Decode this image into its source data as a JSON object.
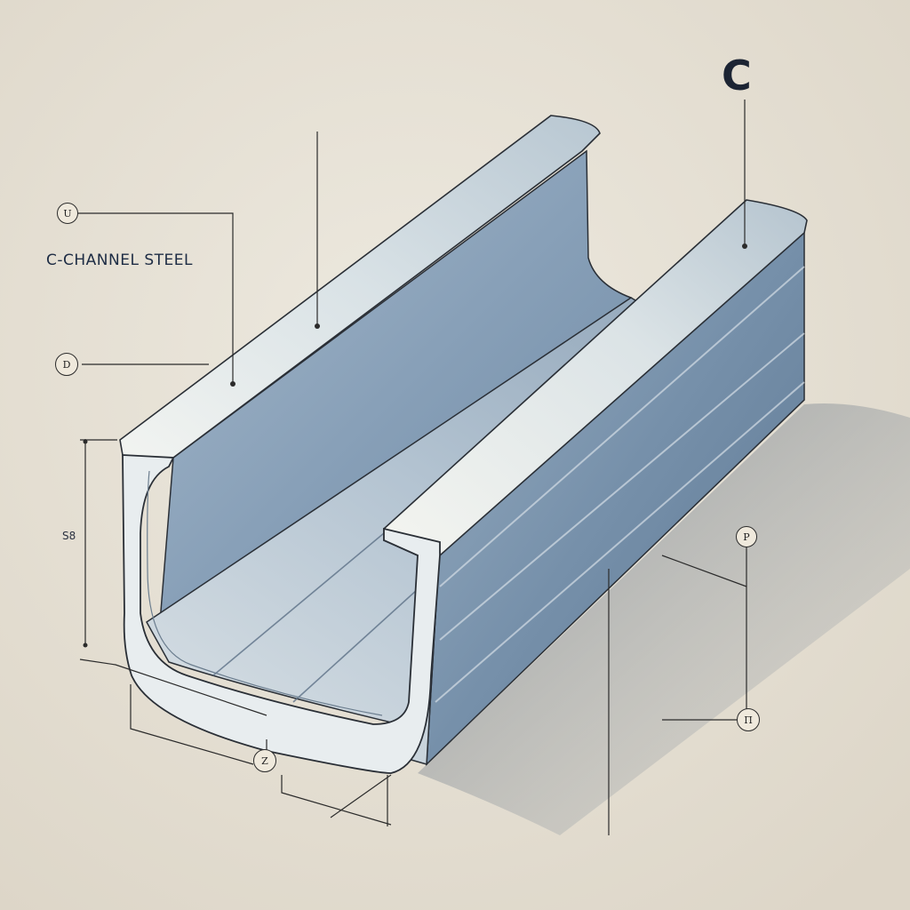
{
  "title": "C-CHANNEL STEEL",
  "logo_mark": "C",
  "side_dimension": "S8",
  "callouts": {
    "upper_left": "U",
    "middle_left": "D",
    "right_upper": "P",
    "right_lower": "П",
    "bottom": "Z"
  },
  "colors": {
    "background": "#e6e1d6",
    "steel_light": "#e4ebef",
    "steel_mid": "#9fb3c6",
    "steel_dark": "#5f7891",
    "shadow": "#8d949c",
    "ink": "#262626"
  }
}
